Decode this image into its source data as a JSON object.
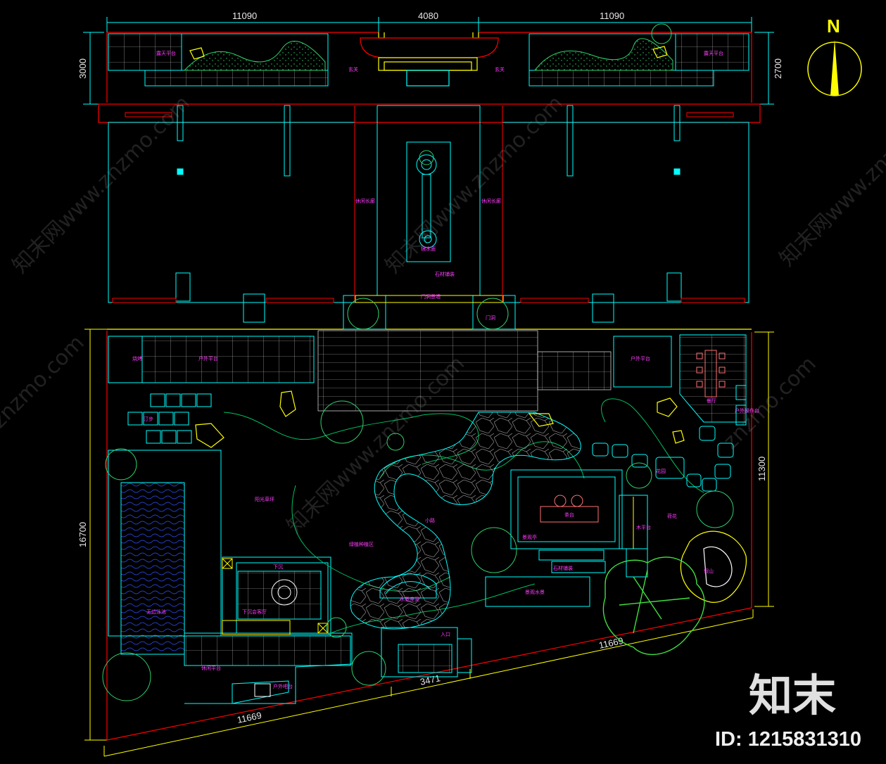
{
  "dimensions": {
    "top_left": "11090",
    "top_mid": "4080",
    "top_right": "11090",
    "left_upper": "3000",
    "right_upper": "2700",
    "left_main": "16700",
    "right_main": "11300",
    "bottom_left": "11669",
    "bottom_mid": "3471",
    "bottom_right": "11669"
  },
  "north_label": "N",
  "labels": {
    "tl_platform": "露天平台",
    "tr_platform": "露天平台",
    "hall_left": "玄关",
    "hall_right": "玄关",
    "corridor_left": "休闲长廊",
    "corridor_right": "休闲长廊",
    "mirror_pool": "镜水面",
    "stone_paving": "石材铺装",
    "gate_left": "门洞景墙",
    "gate_right": "门洞",
    "outdoor_platform_left": "户外平台",
    "outdoor_platform_right": "户外平台",
    "bbq": "烧烤",
    "dining": "餐厅",
    "outdoor_kitchen": "户外操作台",
    "stepping": "汀步",
    "lawn": "阳光草坪",
    "garden": "花园",
    "plant_area": "绿植种植区",
    "sunken": "下沉",
    "sunken_lounge": "下沉会客厅",
    "pool": "无边泳池",
    "rest_platform": "休闲平台",
    "outdoor_bar": "户外吧台",
    "tea": "茶台",
    "tea_pavilion": "景观亭",
    "wood_platform": "木平台",
    "stone_paving_2": "石材铺装",
    "waterscape": "景观水景",
    "entrance": "入口",
    "lotus": "荷花",
    "path": "小路",
    "water_seat": "水景座凳",
    "rockery": "假山"
  },
  "watermark": {
    "text1": "知末网www.znzmo.com",
    "text2": "znzmo.com"
  },
  "brand": "知末",
  "id_text": "ID: 1215831310",
  "colors": {
    "background": "#000000",
    "cyan": "#00ffff",
    "red": "#ff0000",
    "yellow": "#ffff00",
    "green": "#00d000",
    "magenta": "#ff3cff",
    "white": "#e8e8e8"
  }
}
